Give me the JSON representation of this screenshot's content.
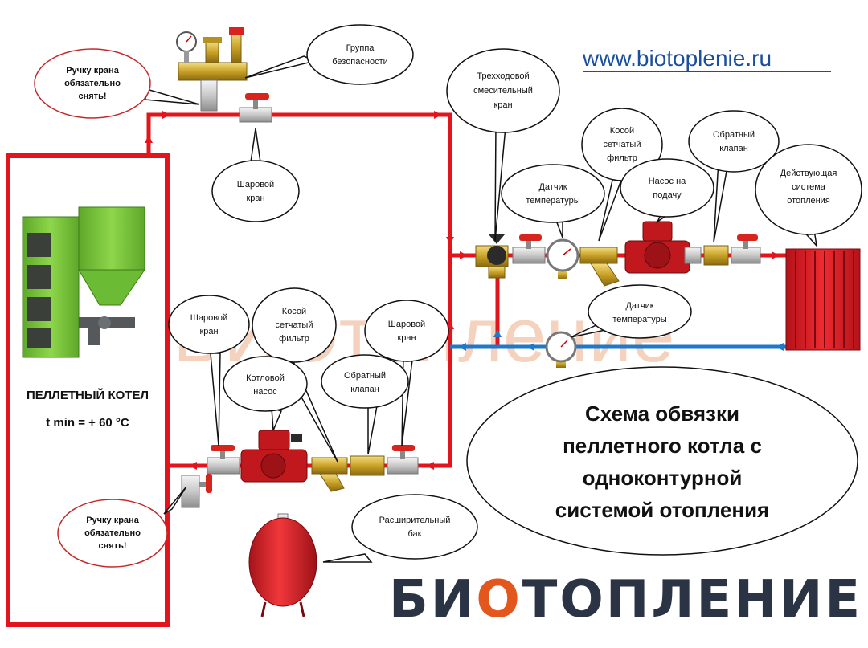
{
  "site_url": "www.biotoplenie.ru",
  "boiler": {
    "label": "ПЕЛЛЕТНЫЙ КОТЕЛ",
    "tmin": "t min = + 60 °C"
  },
  "callouts": {
    "safety_group": [
      "Группа",
      "безопасности"
    ],
    "remove_handle_top": [
      "Ручку крана",
      "обязательно",
      "снять!"
    ],
    "remove_handle_bottom": [
      "Ручку крана",
      "обязательно",
      "снять!"
    ],
    "ball_valve_top": [
      "Шаровой",
      "кран"
    ],
    "three_way_valve": [
      "Трехходовой",
      "смесительный",
      "кран"
    ],
    "temp_sensor_supply": [
      "Датчик",
      "температуры"
    ],
    "y_filter_supply": [
      "Косой",
      "сетчатый",
      "фильтр"
    ],
    "supply_pump": [
      "Насос на",
      "подачу"
    ],
    "check_valve_supply": [
      "Обратный",
      "клапан"
    ],
    "heating_system": [
      "Действующая",
      "система",
      "отопления"
    ],
    "temp_sensor_return": [
      "Датчик",
      "температуры"
    ],
    "ball_valve_left": [
      "Шаровой",
      "кран"
    ],
    "y_filter_return": [
      "Косой",
      "сетчатый",
      "фильтр"
    ],
    "ball_valve_right": [
      "Шаровой",
      "кран"
    ],
    "boiler_pump": [
      "Котловой",
      "насос"
    ],
    "check_valve_return": [
      "Обратный",
      "клапан"
    ],
    "expansion_tank": [
      "Расширительный",
      "бак"
    ]
  },
  "title_lines": [
    "Схема обвязки",
    "пеллетного котла с",
    "одноконтурной",
    "системой отопления"
  ],
  "watermark": "БИОтопление",
  "logo": {
    "part1": "БИ",
    "part2": "О",
    "part3": "ТОПЛЕНИЕ"
  },
  "colors": {
    "hot_pipe": "#e3141b",
    "cold_pipe": "#1f78c8",
    "boiler_green": "#7fc93c",
    "brass": "#c9a227",
    "pump_red": "#c0181c",
    "url_blue": "#1a4fa0",
    "logo_orange": "#e4571c",
    "logo_dark": "#2b3444"
  }
}
